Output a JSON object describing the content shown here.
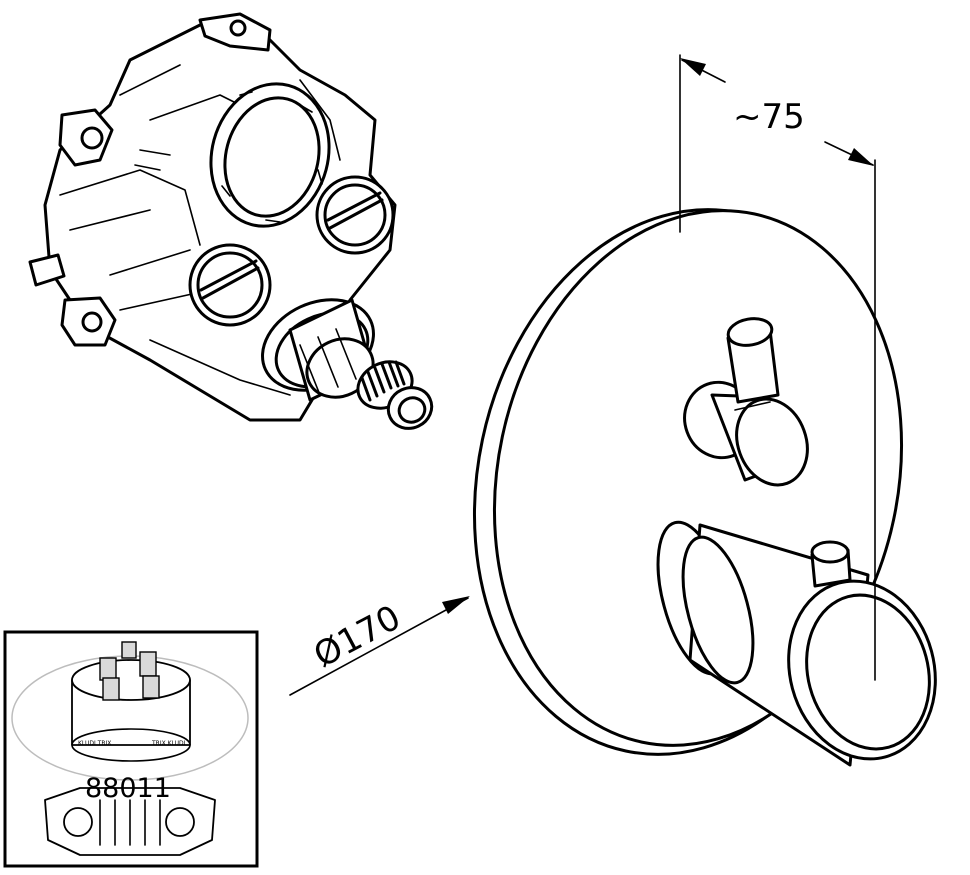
{
  "dimensions": {
    "width_label": "~75",
    "diameter_label": "Ø170"
  },
  "inset": {
    "part_number": "88011"
  },
  "colors": {
    "line": "#000000",
    "background": "#ffffff"
  }
}
